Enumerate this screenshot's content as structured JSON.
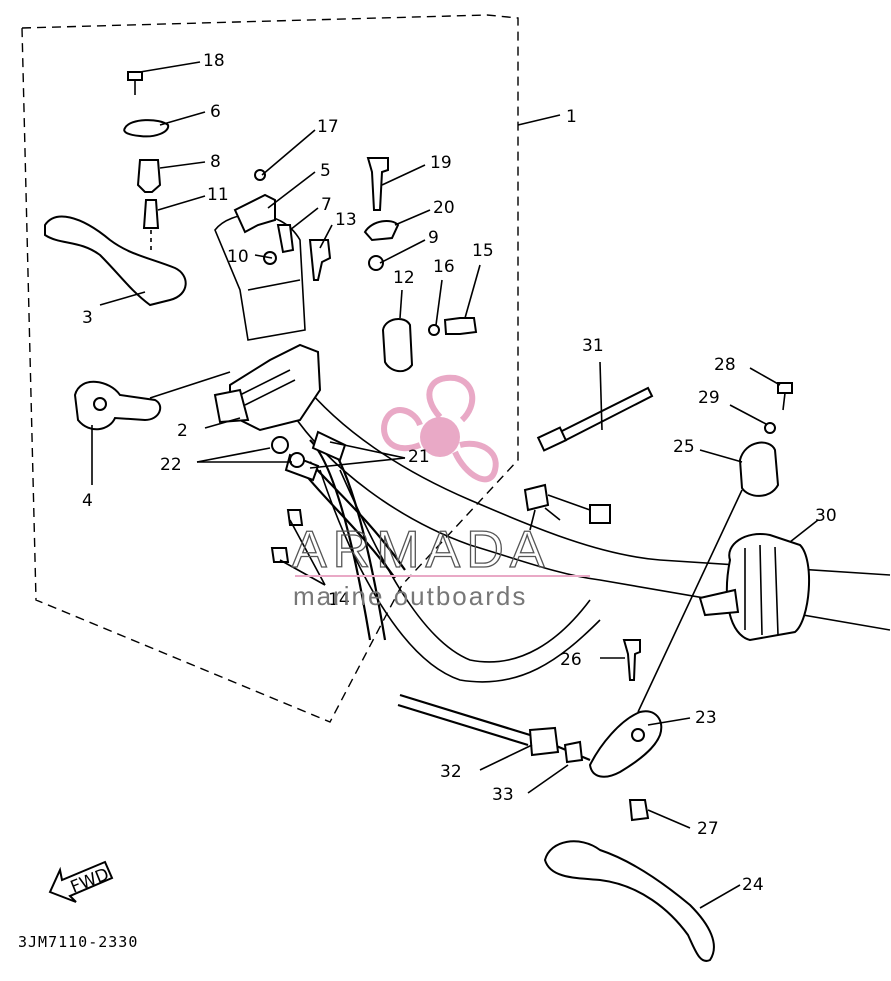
{
  "labels": {
    "p1": "1",
    "p2": "2",
    "p3": "3",
    "p4": "4",
    "p5": "5",
    "p6": "6",
    "p7": "7",
    "p8": "8",
    "p9": "9",
    "p10": "10",
    "p11": "11",
    "p12": "12",
    "p13": "13",
    "p14": "14",
    "p15": "15",
    "p16": "16",
    "p17": "17",
    "p18": "18",
    "p19": "19",
    "p20": "20",
    "p21": "21",
    "p22": "22",
    "p23": "23",
    "p24": "24",
    "p25": "25",
    "p26": "26",
    "p27": "27",
    "p28": "28",
    "p29": "29",
    "p30": "30",
    "p31": "31",
    "p32": "32",
    "p33": "33"
  },
  "arrow_text": "FWD",
  "diagram_code": "3JM7110-2330",
  "watermark": {
    "brand": "ARMADA",
    "tagline": "marine outboards",
    "accent_color": "#e9a9c6"
  }
}
